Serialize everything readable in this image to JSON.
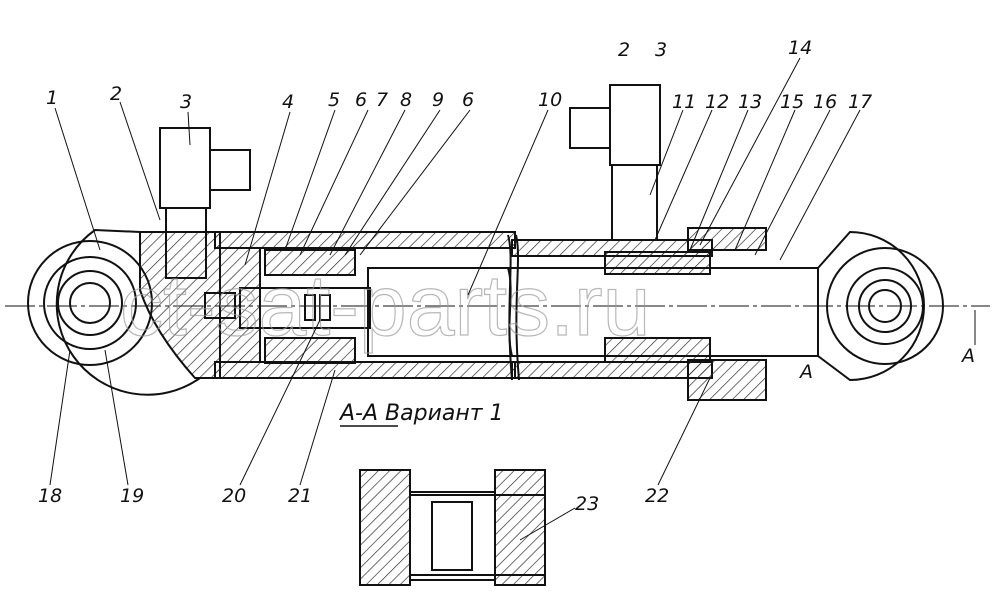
{
  "drawing": {
    "title": "Hydraulic cylinder assembly",
    "callouts": [
      "1",
      "2",
      "3",
      "4",
      "5",
      "6",
      "7",
      "8",
      "9",
      "6",
      "10",
      "2",
      "3",
      "11",
      "12",
      "13",
      "14",
      "15",
      "16",
      "17",
      "18",
      "19",
      "20",
      "21",
      "22",
      "23"
    ],
    "section_caption": "А-А Вариант 1",
    "section_marks": [
      "А",
      "А"
    ],
    "watermark": "ct-sat-parts.ru"
  }
}
